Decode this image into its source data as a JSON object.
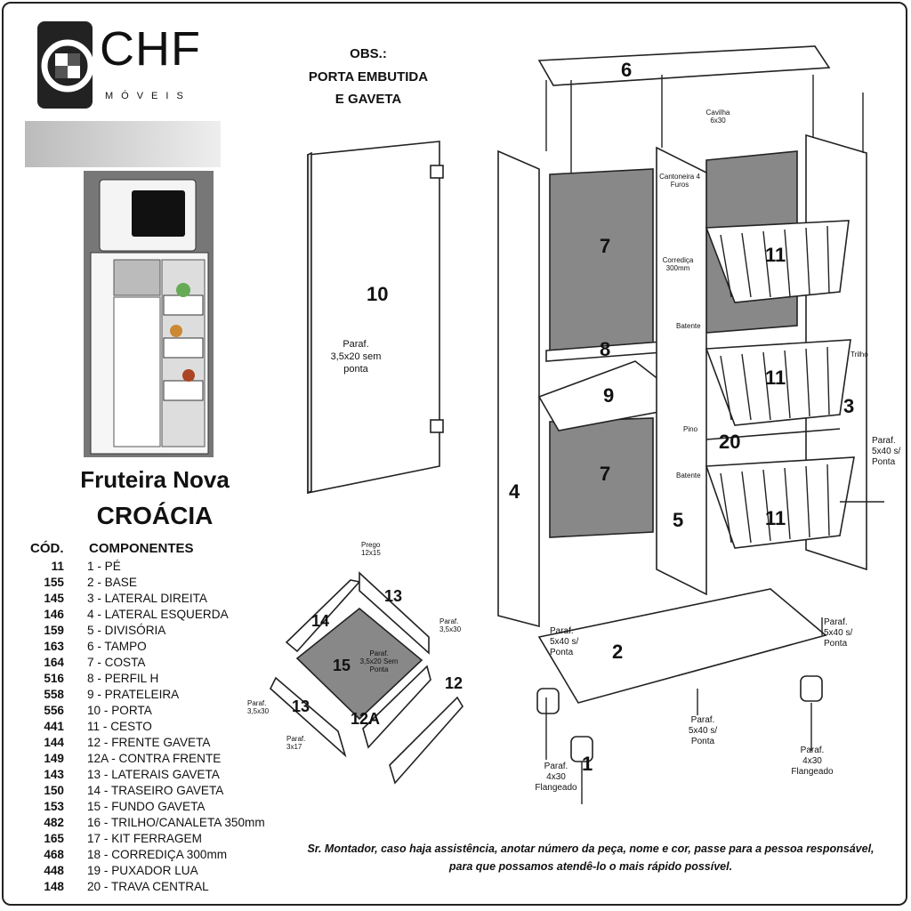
{
  "brand": {
    "name": "CHF",
    "subtitle": "MÓVEIS"
  },
  "product": {
    "line1": "Fruteira Nova",
    "line2": "CROÁCIA"
  },
  "obs": {
    "line1": "OBS.:",
    "line2": "PORTA EMBUTIDA",
    "line3": "E GAVETA"
  },
  "table": {
    "col_code": "CÓD.",
    "col_components": "COMPONENTES",
    "rows": [
      {
        "code": "11",
        "name": "1 - PÉ"
      },
      {
        "code": "155",
        "name": "2 - BASE"
      },
      {
        "code": "145",
        "name": "3 - LATERAL DIREITA"
      },
      {
        "code": "146",
        "name": "4 - LATERAL ESQUERDA"
      },
      {
        "code": "159",
        "name": "5 - DIVISÓRIA"
      },
      {
        "code": "163",
        "name": "6 - TAMPO"
      },
      {
        "code": "164",
        "name": "7 - COSTA"
      },
      {
        "code": "516",
        "name": "8 - PERFIL H"
      },
      {
        "code": "558",
        "name": "9 - PRATELEIRA"
      },
      {
        "code": "556",
        "name": "10 - PORTA"
      },
      {
        "code": "441",
        "name": "11 - CESTO"
      },
      {
        "code": "144",
        "name": "12 - FRENTE GAVETA"
      },
      {
        "code": "149",
        "name": "12A - CONTRA FRENTE"
      },
      {
        "code": "143",
        "name": "13 - LATERAIS GAVETA"
      },
      {
        "code": "150",
        "name": "14 - TRASEIRO GAVETA"
      },
      {
        "code": "153",
        "name": "15 - FUNDO GAVETA"
      },
      {
        "code": "482",
        "name": "16 - TRILHO/CANALETA 350mm"
      },
      {
        "code": "165",
        "name": "17 - KIT FERRAGEM"
      },
      {
        "code": "468",
        "name": "18 - CORREDIÇA 300mm"
      },
      {
        "code": "448",
        "name": "19 - PUXADOR LUA"
      },
      {
        "code": "148",
        "name": "20 - TRAVA CENTRAL"
      }
    ]
  },
  "door": {
    "number": "10",
    "screw": "Paraf. 3,5x20 sem ponta"
  },
  "drawer": {
    "n14": "14",
    "n13a": "13",
    "n13b": "13",
    "n15": "15",
    "n12A": "12A",
    "n12": "12",
    "prego": "Prego 12x15",
    "fundo": "Paraf. 3,5x20 Sem Ponta",
    "par1": "Paraf. 3,5x30",
    "par2": "Paraf. 3,5x30",
    "par3": "Paraf. 3x17"
  },
  "cabinet": {
    "n6": "6",
    "n7a": "7",
    "n7b": "7",
    "n8": "8",
    "n9": "9",
    "n11a": "11",
    "n11b": "11",
    "n11c": "11",
    "n20": "20",
    "n3": "3",
    "n4": "4",
    "n5": "5",
    "n2": "2",
    "n1": "1",
    "cavilha": "Cavilha 6x30",
    "cantoneira": "Cantoneira 4 Furos",
    "corredica": "Corrediça 300mm",
    "batente1": "Batente",
    "batente2": "Batente",
    "pino": "Pino",
    "trilho": "Trilho",
    "p1": "Paraf. 5x40 s/ Ponta",
    "p2": "Paraf. 5x40 s/ Ponta",
    "p3": "Paraf. 5x40 s/ Ponta",
    "p4": "Paraf. 5x40 s/ Ponta",
    "p5": "Paraf. 4x30 Flangeado",
    "p6": "Paraf. 4x30 Flangeado"
  },
  "note": {
    "line1": "Sr. Montador, caso haja assistência, anotar número da peça, nome e cor, passe para a pessoa responsável,",
    "line2": "para que possamos atendê-lo o mais rápido possível."
  },
  "colors": {
    "panel_gray": "#888888",
    "line": "#222222"
  }
}
